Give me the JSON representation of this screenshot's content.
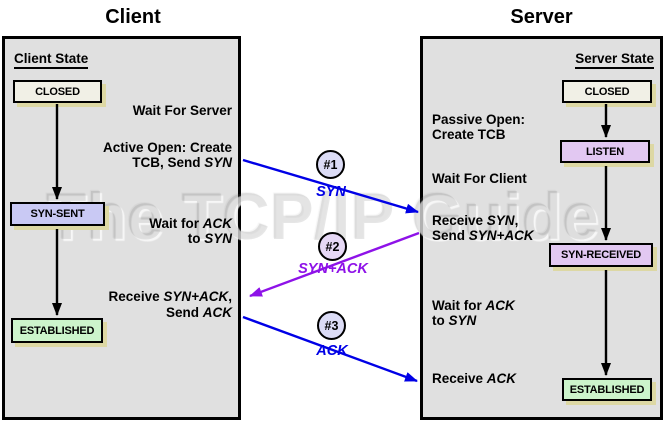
{
  "watermark": "The TCP/IP Guide",
  "colors": {
    "panel_background": "#e0e0e0",
    "box_shadow": "#ddd8a4",
    "blue": "#0000e6",
    "purple": "#8e12e8",
    "closed_fill": "#f1f0e6",
    "syn_fill": "#c9c9f4",
    "listen_fill": "#e2c8f2",
    "established_fill": "#ccf4cb"
  },
  "client": {
    "title": "Client",
    "state_heading": "Client State",
    "states": [
      {
        "label": "CLOSED",
        "color": "#f1f0e6"
      },
      {
        "label": "SYN-SENT",
        "color": "#c9c9f4"
      },
      {
        "label": "ESTABLISHED",
        "color": "#ccf4cb"
      }
    ],
    "notes": {
      "wait_for_server": [
        [
          {
            "t": "Wait For Server"
          }
        ]
      ],
      "active_open": [
        [
          {
            "t": "Active Open: Create"
          }
        ],
        [
          {
            "t": "TCB, Send "
          },
          {
            "t": "SYN",
            "i": true
          }
        ]
      ],
      "wait_for_ack": [
        [
          {
            "t": "Wait for "
          },
          {
            "t": "ACK",
            "i": true
          }
        ],
        [
          {
            "t": "to "
          },
          {
            "t": "SYN",
            "i": true
          }
        ]
      ],
      "receive_synack": [
        [
          {
            "t": "Receive "
          },
          {
            "t": "SYN+ACK",
            "i": true
          },
          {
            "t": ","
          }
        ],
        [
          {
            "t": "Send "
          },
          {
            "t": "ACK",
            "i": true
          }
        ]
      ]
    }
  },
  "server": {
    "title": "Server",
    "state_heading": "Server State",
    "states": [
      {
        "label": "CLOSED",
        "color": "#f1f0e6"
      },
      {
        "label": "LISTEN",
        "color": "#e2c8f2"
      },
      {
        "label": "SYN-RECEIVED",
        "color": "#e2c8f2"
      },
      {
        "label": "ESTABLISHED",
        "color": "#ccf4cb"
      }
    ],
    "notes": {
      "passive_open": [
        [
          {
            "t": "Passive Open:"
          }
        ],
        [
          {
            "t": "Create TCB"
          }
        ]
      ],
      "wait_for_client": [
        [
          {
            "t": "Wait For Client"
          }
        ]
      ],
      "receive_syn": [
        [
          {
            "t": "Receive "
          },
          {
            "t": "SYN",
            "i": true
          },
          {
            "t": ","
          }
        ],
        [
          {
            "t": "Send "
          },
          {
            "t": "SYN+ACK",
            "i": true
          }
        ]
      ],
      "wait_for_ack": [
        [
          {
            "t": "Wait for "
          },
          {
            "t": "ACK",
            "i": true
          }
        ],
        [
          {
            "t": "to "
          },
          {
            "t": "SYN",
            "i": true
          }
        ]
      ],
      "receive_ack": [
        [
          {
            "t": "Receive "
          },
          {
            "t": "ACK",
            "i": true
          }
        ]
      ]
    }
  },
  "messages": [
    {
      "id": "#1",
      "label": "SYN",
      "color": "#0000e6",
      "circle_fill": "#dcdcf6",
      "from": "client",
      "to": "server"
    },
    {
      "id": "#2",
      "label": "SYN+ACK",
      "color": "#8e12e8",
      "circle_fill": "#e6d8f5",
      "from": "server",
      "to": "client"
    },
    {
      "id": "#3",
      "label": "ACK",
      "color": "#0000e6",
      "circle_fill": "#dcdcf6",
      "from": "client",
      "to": "server"
    }
  ]
}
